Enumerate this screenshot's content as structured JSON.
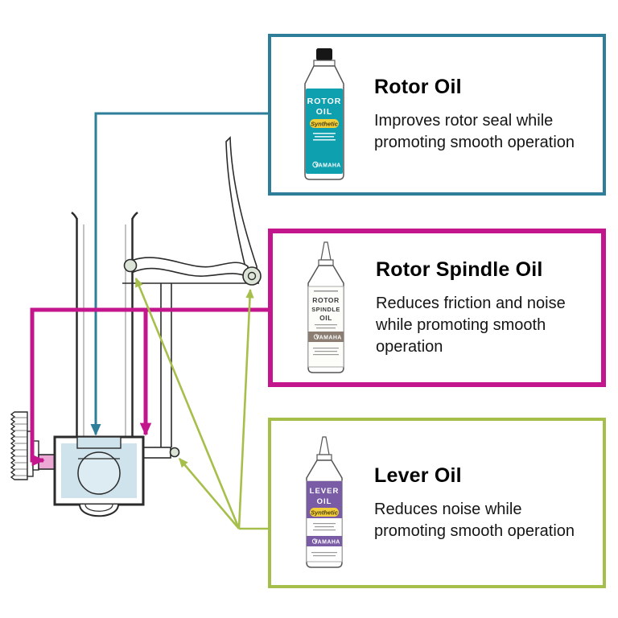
{
  "colors": {
    "rotor_oil_accent": "#2E7E99",
    "rotor_spindle_oil_accent": "#C4168C",
    "lever_oil_accent": "#A6BF4B",
    "rotor_oil_label": "#0FA0AF",
    "lever_oil_label": "#7A5BA6",
    "spindle_band": "#8B7D72",
    "synthetic_pill": "#F2CE3A",
    "casing_fill": "#CFE3EC",
    "spindle_shaft_fill": "#ECA9D6"
  },
  "callouts": [
    {
      "id": "rotor-oil",
      "title": "Rotor Oil",
      "description": "Improves rotor seal while\npromoting smooth operation",
      "bottle": {
        "name_lines": [
          "ROTOR",
          "OIL"
        ],
        "sub_label": "Synthetic",
        "brand": "YAMAHA"
      }
    },
    {
      "id": "rotor-spindle-oil",
      "title": "Rotor Spindle Oil",
      "description": "Reduces friction and noise\nwhile  promoting smooth\noperation",
      "bottle": {
        "name_lines": [
          "ROTOR",
          "SPINDLE",
          "OIL"
        ],
        "brand": "YAMAHA"
      }
    },
    {
      "id": "lever-oil",
      "title": "Lever Oil",
      "description": "Reduces noise while\npromoting smooth operation",
      "bottle": {
        "name_lines": [
          "LEVER",
          "OIL"
        ],
        "sub_label": "Synthetic",
        "brand": "YAMAHA"
      }
    }
  ]
}
